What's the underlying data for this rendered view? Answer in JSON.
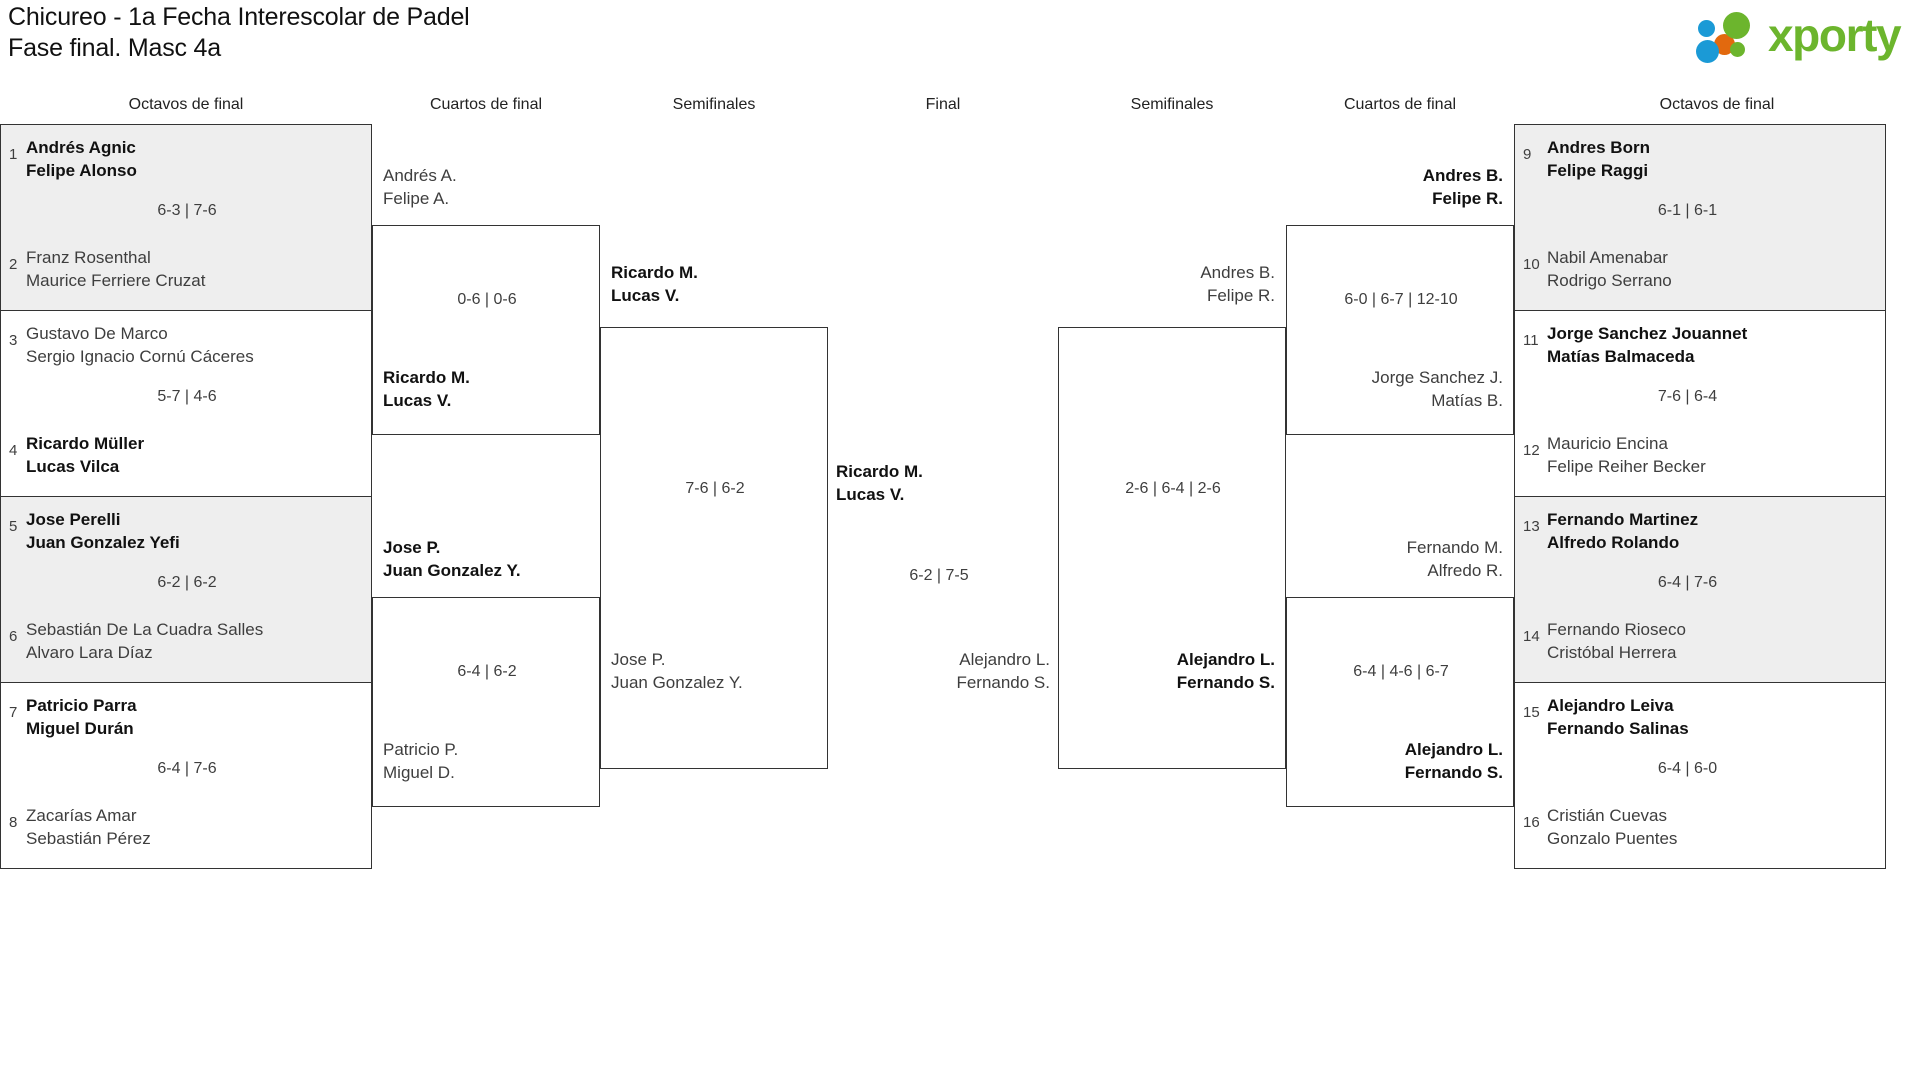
{
  "header": {
    "title_line1": "Chicureo - 1a Fecha Interescolar de Padel",
    "title_line2": "Fase final. Masc 4a",
    "logo_text": "xporty",
    "logo_colors": {
      "green": "#6cb52d",
      "blue": "#1b9ad6",
      "orange": "#e2690e"
    }
  },
  "rounds": [
    {
      "label": "Octavos de final"
    },
    {
      "label": "Cuartos de final"
    },
    {
      "label": "Semifinales"
    },
    {
      "label": "Final"
    },
    {
      "label": "Semifinales"
    },
    {
      "label": "Cuartos de final"
    },
    {
      "label": "Octavos de final"
    }
  ],
  "left": {
    "r16": [
      {
        "score": "6-3 | 7-6",
        "top": {
          "seed": "1",
          "p1": "Andrés Agnic",
          "p2": "Felipe Alonso",
          "winner": true
        },
        "bottom": {
          "seed": "2",
          "p1": "Franz Rosenthal",
          "p2": "Maurice Ferriere Cruzat",
          "winner": false
        }
      },
      {
        "score": "5-7 | 4-6",
        "top": {
          "seed": "3",
          "p1": "Gustavo De Marco",
          "p2": "Sergio Ignacio Cornú Cáceres",
          "winner": false
        },
        "bottom": {
          "seed": "4",
          "p1": "Ricardo Müller",
          "p2": "Lucas Vilca",
          "winner": true
        }
      },
      {
        "score": "6-2 | 6-2",
        "top": {
          "seed": "5",
          "p1": "Jose Perelli",
          "p2": "Juan Gonzalez Yefi",
          "winner": true
        },
        "bottom": {
          "seed": "6",
          "p1": "Sebastián De La Cuadra Salles",
          "p2": "Alvaro Lara Díaz",
          "winner": false
        }
      },
      {
        "score": "6-4 | 7-6",
        "top": {
          "seed": "7",
          "p1": "Patricio Parra",
          "p2": "Miguel Durán",
          "winner": true
        },
        "bottom": {
          "seed": "8",
          "p1": "Zacarías Amar",
          "p2": "Sebastián Pérez",
          "winner": false
        }
      }
    ],
    "qf": [
      {
        "score": "0-6 | 0-6",
        "top": {
          "p1": "Andrés A.",
          "p2": "Felipe A.",
          "winner": false
        },
        "bottom": {
          "p1": "Ricardo M.",
          "p2": "Lucas V.",
          "winner": true
        }
      },
      {
        "score": "6-4 | 6-2",
        "top": {
          "p1": "Jose P.",
          "p2": "Juan Gonzalez Y.",
          "winner": true
        },
        "bottom": {
          "p1": "Patricio P.",
          "p2": "Miguel D.",
          "winner": false
        }
      }
    ],
    "sf": [
      {
        "score": "7-6 | 6-2",
        "top": {
          "p1": "Ricardo M.",
          "p2": "Lucas V.",
          "winner": true
        },
        "bottom": {
          "p1": "Jose P.",
          "p2": "Juan Gonzalez Y.",
          "winner": false
        }
      }
    ]
  },
  "final": {
    "score": "6-2 | 7-5",
    "top": {
      "p1": "Ricardo M.",
      "p2": "Lucas V.",
      "winner": true
    },
    "bottom": {
      "p1": "Alejandro L.",
      "p2": "Fernando S.",
      "winner": false
    }
  },
  "right": {
    "sf": [
      {
        "score": "2-6 | 6-4 | 2-6",
        "top": {
          "p1": "Andres B.",
          "p2": "Felipe R.",
          "winner": false
        },
        "bottom": {
          "p1": "Alejandro L.",
          "p2": "Fernando S.",
          "winner": true
        }
      }
    ],
    "qf": [
      {
        "score": "6-0 | 6-7 | 12-10",
        "top": {
          "p1": "Andres B.",
          "p2": "Felipe R.",
          "winner": true
        },
        "bottom": {
          "p1": "Jorge Sanchez J.",
          "p2": "Matías B.",
          "winner": false
        }
      },
      {
        "score": "6-4 | 4-6 | 6-7",
        "top": {
          "p1": "Fernando M.",
          "p2": "Alfredo R.",
          "winner": false
        },
        "bottom": {
          "p1": "Alejandro L.",
          "p2": "Fernando S.",
          "winner": true
        }
      }
    ],
    "r16": [
      {
        "score": "6-1 | 6-1",
        "top": {
          "seed": "9",
          "p1": "Andres Born",
          "p2": "Felipe Raggi",
          "winner": true
        },
        "bottom": {
          "seed": "10",
          "p1": "Nabil Amenabar",
          "p2": "Rodrigo Serrano",
          "winner": false
        }
      },
      {
        "score": "7-6 | 6-4",
        "top": {
          "seed": "11",
          "p1": "Jorge Sanchez Jouannet",
          "p2": "Matías Balmaceda",
          "winner": true
        },
        "bottom": {
          "seed": "12",
          "p1": "Mauricio Encina",
          "p2": "Felipe Reiher Becker",
          "winner": false
        }
      },
      {
        "score": "6-4 | 7-6",
        "top": {
          "seed": "13",
          "p1": "Fernando Martinez",
          "p2": "Alfredo Rolando",
          "winner": true
        },
        "bottom": {
          "seed": "14",
          "p1": "Fernando Rioseco",
          "p2": "Cristóbal Herrera",
          "winner": false
        }
      },
      {
        "score": "6-4 | 6-0",
        "top": {
          "seed": "15",
          "p1": "Alejandro Leiva",
          "p2": "Fernando Salinas",
          "winner": true
        },
        "bottom": {
          "seed": "16",
          "p1": "Cristián Cuevas",
          "p2": "Gonzalo Puentes",
          "winner": false
        }
      }
    ]
  }
}
